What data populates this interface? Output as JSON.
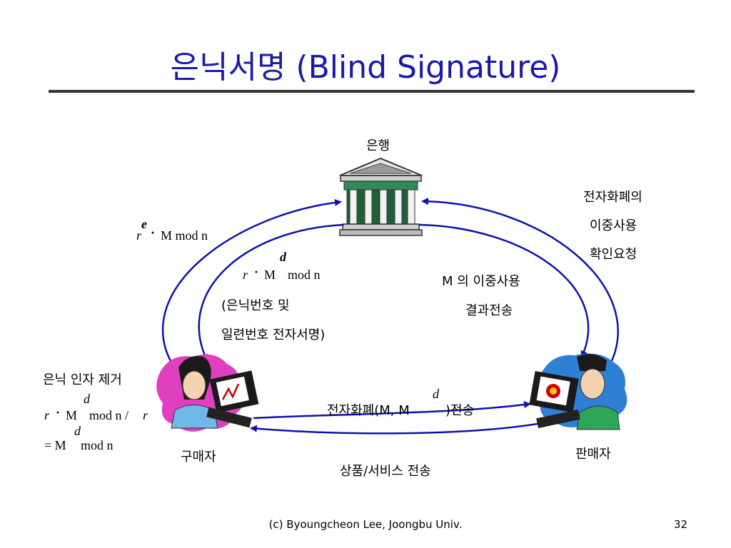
{
  "title": "은닉서명 (Blind Signature)",
  "bank": {
    "label": "은행"
  },
  "buyer": {
    "label": "구매자"
  },
  "seller": {
    "label": "판매자"
  },
  "check_request": [
    "전자화폐의",
    "이중사용",
    "확인요청"
  ],
  "result": [
    "M 의 이중사용",
    "결과전송"
  ],
  "blind_send": {
    "r": "r",
    "dot": "·",
    "rest": "M mod n",
    "sup": "e"
  },
  "sign_return": {
    "r": "r",
    "dot": "·",
    "m": "M",
    "rest": "mod n",
    "sup": "d",
    "note1": "(은닉번호 및",
    "note2": "일련번호 전자서명)"
  },
  "unblind": {
    "heading": "은닉 인자 제거",
    "line1_r": "r",
    "line1_dot": "·",
    "line1_m": "M",
    "line1_sup": "d",
    "line1_rest": "mod n /",
    "line1_r2": "r",
    "line2_pre": "= M",
    "line2_sup": "d",
    "line2_rest": "mod n"
  },
  "payment": {
    "pre": "전자화폐(M, M",
    "sup": "d",
    "post": ")전송"
  },
  "goods": "상품/서비스 전송",
  "footer": "(c) Byoungcheon Lee, Joongbu Univ.",
  "page_number": "32",
  "colors": {
    "title": "#1a1aaa",
    "arrow": "#1010b0"
  }
}
